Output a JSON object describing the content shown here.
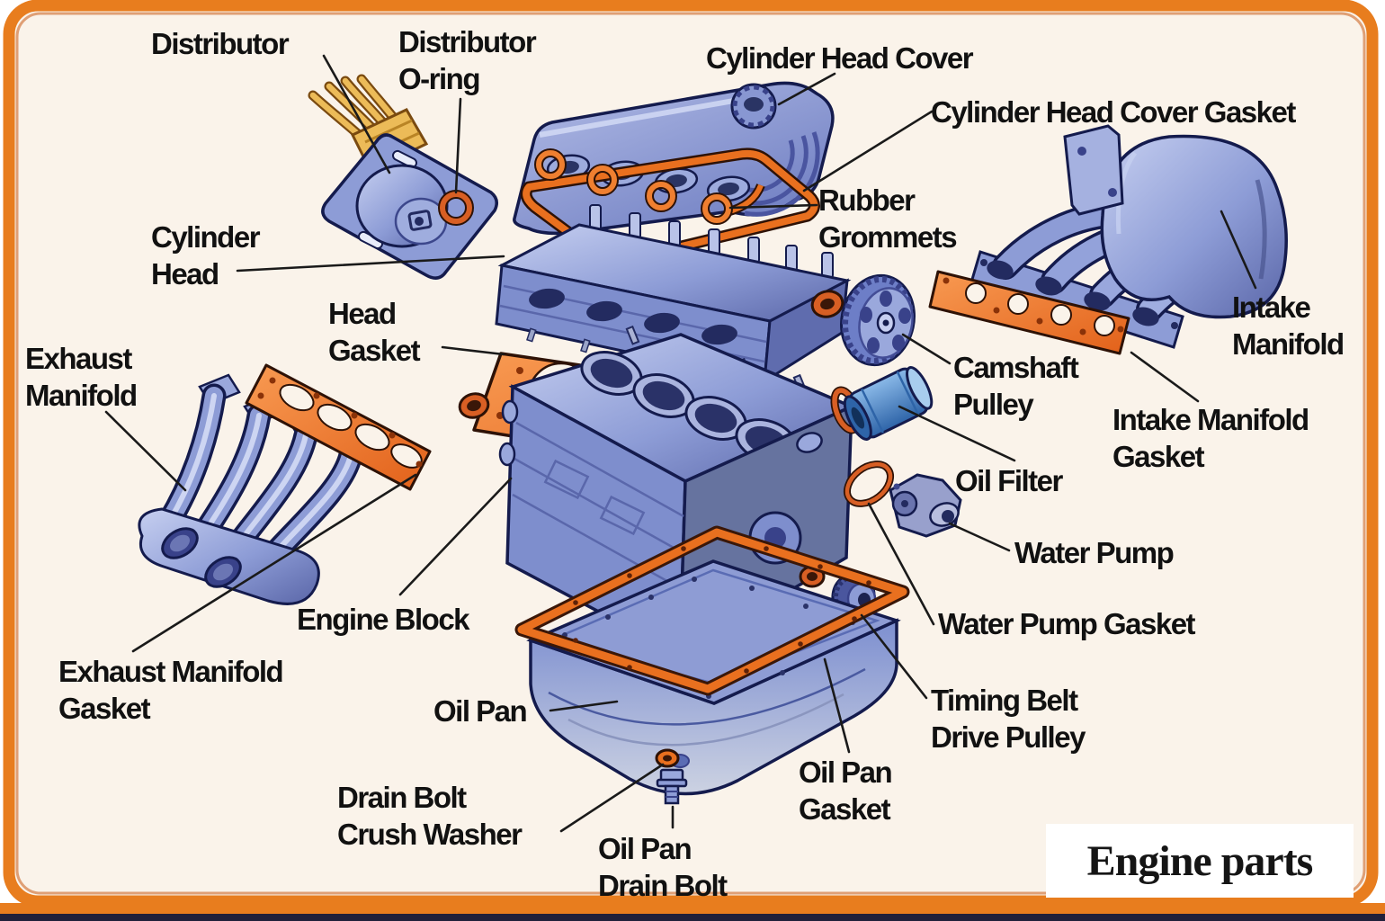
{
  "title": {
    "text": "Engine parts"
  },
  "labels": {
    "distributor": [
      "Distributor"
    ],
    "distributor_o_ring": [
      "Distributor",
      "O-ring"
    ],
    "cylinder_head_cover": [
      "Cylinder Head Cover"
    ],
    "cylinder_head_cover_gasket": [
      "Cylinder Head Cover Gasket"
    ],
    "rubber_grommets": [
      "Rubber",
      "Grommets"
    ],
    "cylinder_head": [
      "Cylinder",
      "Head"
    ],
    "head_gasket": [
      "Head",
      "Gasket"
    ],
    "exhaust_manifold": [
      "Exhaust",
      "Manifold"
    ],
    "intake_manifold": [
      "Intake",
      "Manifold"
    ],
    "camshaft_pulley": [
      "Camshaft",
      "Pulley"
    ],
    "intake_manifold_gasket": [
      "Intake Manifold",
      "Gasket"
    ],
    "oil_filter": [
      "Oil Filter"
    ],
    "water_pump": [
      "Water Pump"
    ],
    "engine_block": [
      "Engine Block"
    ],
    "water_pump_gasket": [
      "Water Pump Gasket"
    ],
    "exhaust_manifold_gasket": [
      "Exhaust Manifold",
      "Gasket"
    ],
    "oil_pan": [
      "Oil Pan"
    ],
    "timing_belt_drive_pulley": [
      "Timing Belt",
      "Drive Pulley"
    ],
    "oil_pan_gasket": [
      "Oil Pan",
      "Gasket"
    ],
    "drain_bolt_crush_washer": [
      "Drain Bolt",
      "Crush Washer"
    ],
    "oil_pan_drain_bolt": [
      "Oil Pan",
      "Drain Bolt"
    ]
  },
  "palette": {
    "background": "#faf3ea",
    "frame_orange": "#e87d1e",
    "frame_dark_edge": "#c85a14",
    "bottom_bar_dark": "#20203a",
    "gasket_orange": "#e9701f",
    "part_blue": "#8d9cd6",
    "part_outline": "#141b4d",
    "oil_filter_blue": "#4a90d9",
    "wire_yellow": "#ecbb58",
    "label_text": "#111111"
  }
}
